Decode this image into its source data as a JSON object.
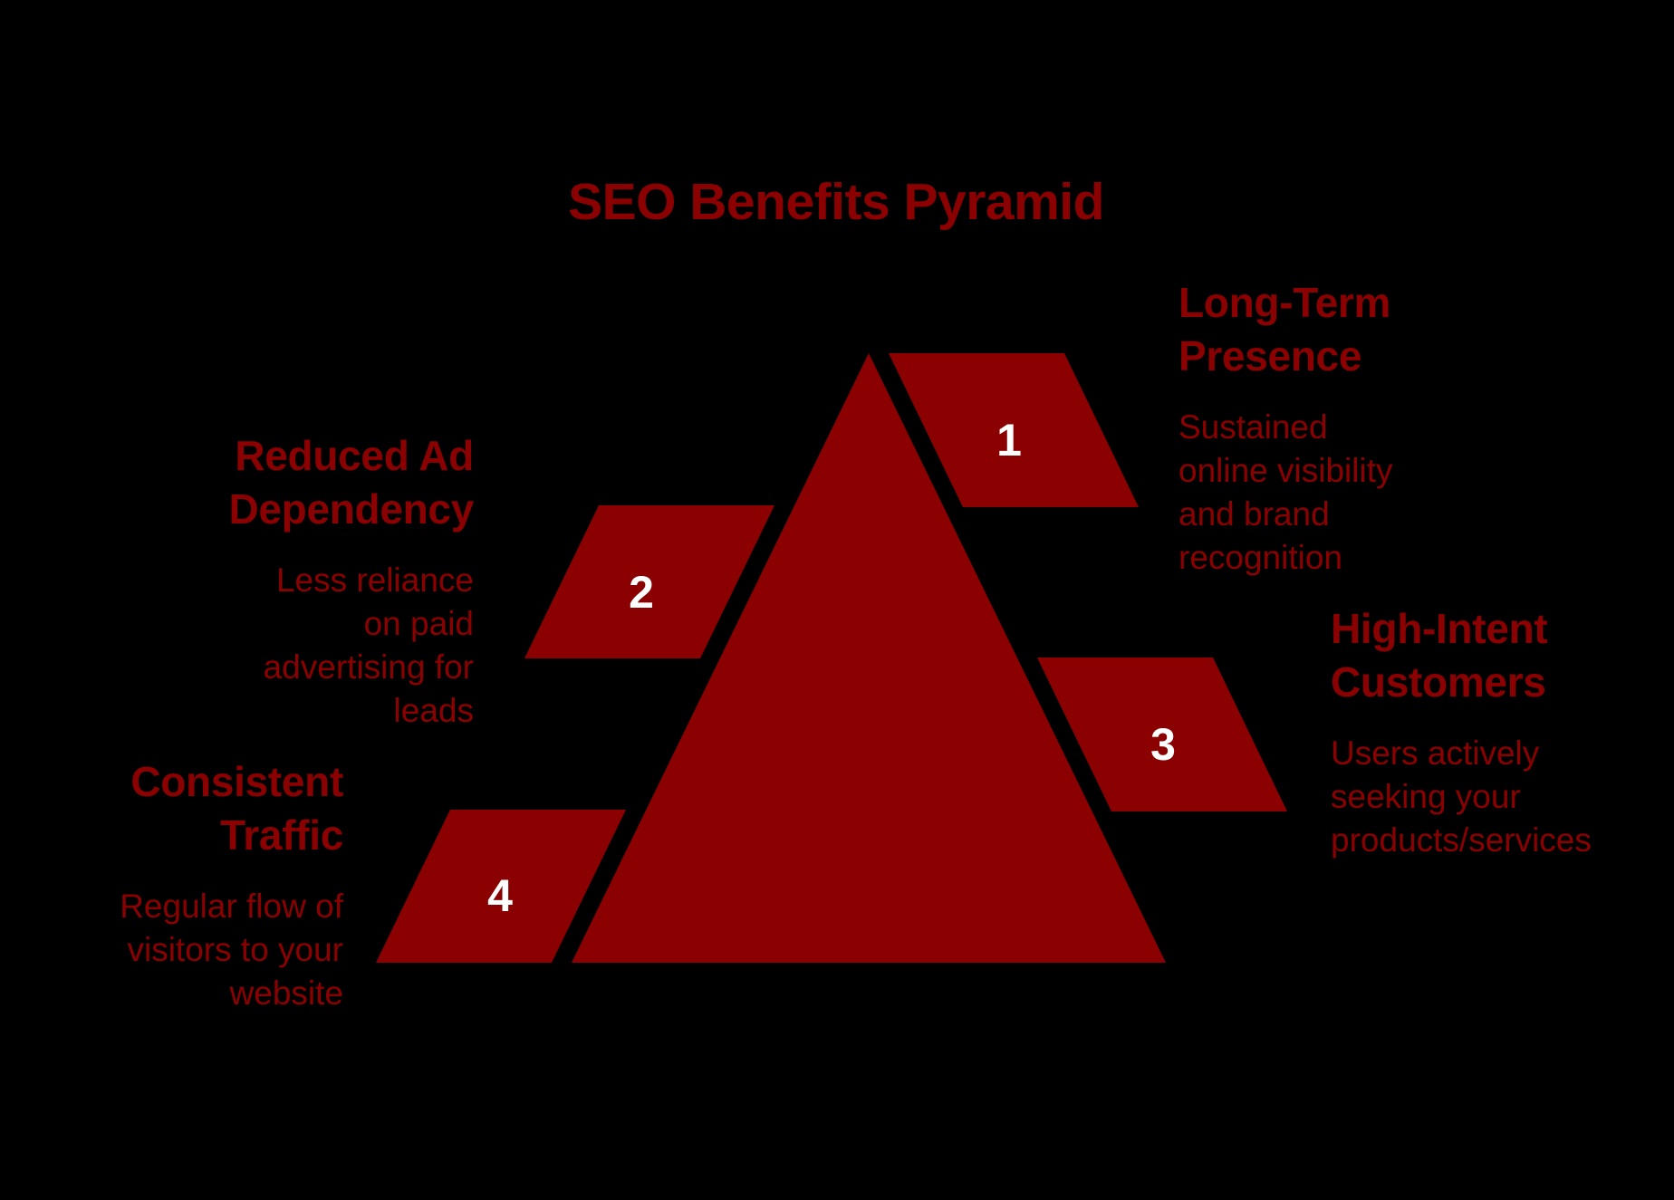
{
  "title": "SEO Benefits Pyramid",
  "colors": {
    "background": "#000000",
    "accent": "#8b0000",
    "number_text": "#ffffff"
  },
  "pyramid": {
    "shape": "triangle",
    "color": "#8b0000"
  },
  "items": [
    {
      "number": "1",
      "heading_lines": [
        "Long-Term",
        "Presence"
      ],
      "heading": "Long-Term Presence",
      "description_lines": [
        "Sustained",
        "online visibility",
        "and brand",
        "recognition"
      ],
      "description": "Sustained online visibility and brand recognition",
      "side": "right"
    },
    {
      "number": "2",
      "heading_lines": [
        "Reduced Ad",
        "Dependency"
      ],
      "heading": "Reduced Ad Dependency",
      "description_lines": [
        "Less reliance",
        "on paid",
        "advertising for",
        "leads"
      ],
      "description": "Less reliance on paid advertising for leads",
      "side": "left"
    },
    {
      "number": "3",
      "heading_lines": [
        "High-Intent",
        "Customers"
      ],
      "heading": "High-Intent Customers",
      "description_lines": [
        "Users actively",
        "seeking your",
        "products/services"
      ],
      "description": "Users actively seeking your products/services",
      "side": "right"
    },
    {
      "number": "4",
      "heading_lines": [
        "Consistent",
        "Traffic"
      ],
      "heading": "Consistent Traffic",
      "description_lines": [
        "Regular flow of",
        "visitors to your",
        "website"
      ],
      "description": "Regular flow of visitors to your website",
      "side": "left"
    }
  ]
}
